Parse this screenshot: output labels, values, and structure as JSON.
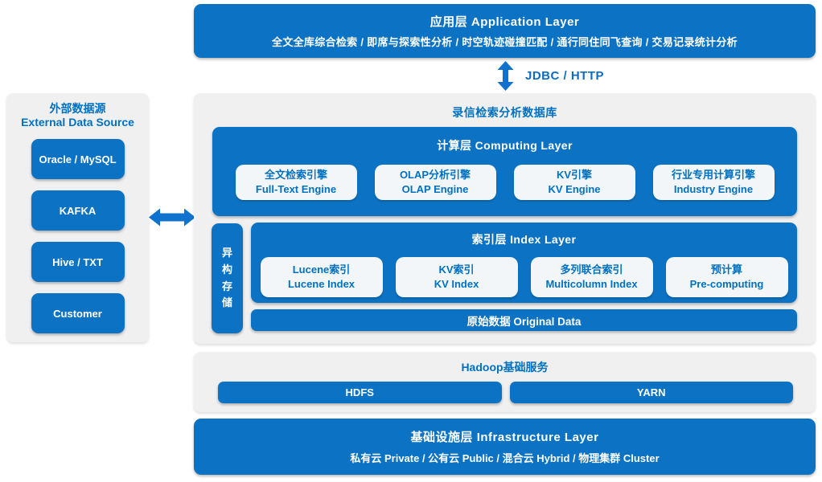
{
  "colors": {
    "primary_blue": "#0c73c4",
    "text_blue": "#0070c0",
    "panel_gray": "#f0f0f1",
    "box_light": "#f3f6f8"
  },
  "application_layer": {
    "title": "应用层 Application Layer",
    "subtitle": "全文全库综合检索 / 即席与探索性分析 / 时空轨迹碰撞匹配 / 通行同住同飞查询 / 交易记录统计分析"
  },
  "connector": {
    "label": "JDBC / HTTP"
  },
  "external_data_source": {
    "title_zh": "外部数据源",
    "title_en": "External Data Source",
    "items": [
      "Oracle / MySQL",
      "KAFKA",
      "Hive / TXT",
      "Customer"
    ]
  },
  "database": {
    "title": "录信检索分析数据库",
    "computing_layer": {
      "title": "计算层 Computing Layer",
      "engines": [
        {
          "zh": "全文检索引擎",
          "en": "Full-Text Engine"
        },
        {
          "zh": "OLAP分析引擎",
          "en": "OLAP Engine"
        },
        {
          "zh": "KV引擎",
          "en": "KV Engine"
        },
        {
          "zh": "行业专用计算引擎",
          "en": "Industry Engine"
        }
      ]
    },
    "heterogeneous_storage": {
      "label": "异\n构\n存\n储"
    },
    "index_layer": {
      "title": "索引层 Index Layer",
      "indexes": [
        {
          "zh": "Lucene索引",
          "en": "Lucene Index"
        },
        {
          "zh": "KV索引",
          "en": "KV Index"
        },
        {
          "zh": "多列联合索引",
          "en": "Multicolumn Index"
        },
        {
          "zh": "预计算",
          "en": "Pre-computing"
        }
      ]
    },
    "original_data": {
      "label": "原始数据 Original Data"
    }
  },
  "hadoop": {
    "title": "Hadoop基础服务",
    "services": [
      "HDFS",
      "YARN"
    ]
  },
  "infrastructure_layer": {
    "title": "基础设施层 Infrastructure Layer",
    "subtitle": "私有云 Private / 公有云 Public / 混合云 Hybrid / 物理集群 Cluster"
  }
}
